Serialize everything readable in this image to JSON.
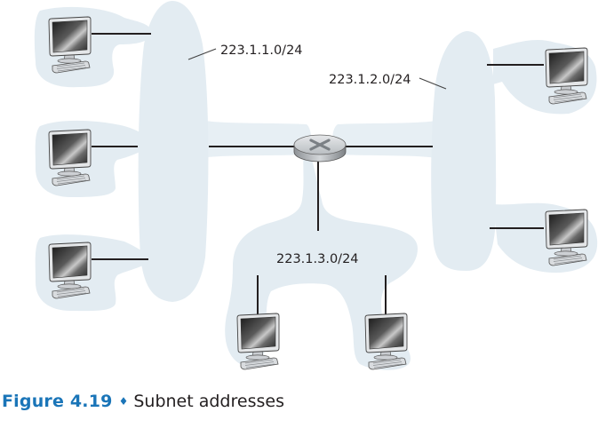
{
  "figure": {
    "number": "Figure 4.19",
    "separator": "♦",
    "title": "Subnet addresses"
  },
  "subnets": [
    {
      "id": "left",
      "address": "223.1.1.0/24",
      "hosts": 3
    },
    {
      "id": "right",
      "address": "223.1.2.0/24",
      "hosts": 2
    },
    {
      "id": "bottom",
      "address": "223.1.3.0/24",
      "hosts": 2
    }
  ],
  "devices": {
    "router": "router-icon",
    "host": "desktop-computer-icon"
  },
  "colors": {
    "accent": "#1a75b8",
    "subnet_fill": "#e3ecf2",
    "wire": "#231f20",
    "text": "#231f20"
  }
}
